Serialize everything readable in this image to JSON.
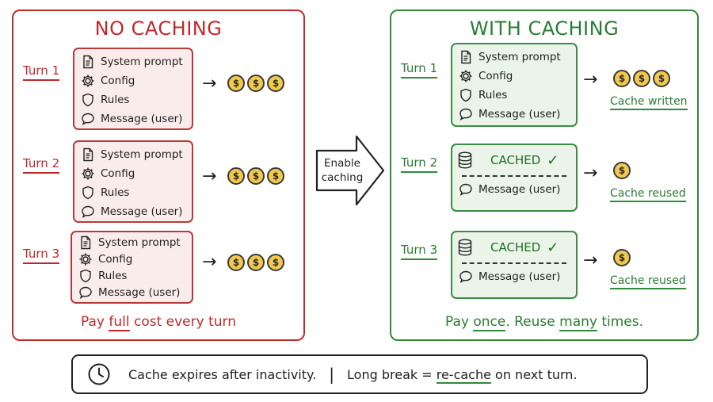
{
  "no_caching": {
    "title": "NO CACHING",
    "turns": [
      {
        "label": "Turn 1",
        "items": [
          "System prompt",
          "Config",
          "Rules",
          "Message (user)"
        ]
      },
      {
        "label": "Turn 2",
        "items": [
          "System prompt",
          "Config",
          "Rules",
          "Message (user)"
        ]
      },
      {
        "label": "Turn 3",
        "items": [
          "System prompt",
          "Config",
          "Rules",
          "Message (user)"
        ]
      }
    ],
    "coin_symbol": "$",
    "arrow": "→",
    "footer": {
      "pre": "Pay ",
      "emph": "full",
      "post": " cost every turn"
    }
  },
  "transition": {
    "line1": "Enable",
    "line2": "caching"
  },
  "with_caching": {
    "title": "WITH CACHING",
    "turn1": {
      "label": "Turn 1",
      "items": [
        "System prompt",
        "Config",
        "Rules",
        "Message (user)"
      ],
      "outcome": "Cache written"
    },
    "turn2": {
      "label": "Turn 2",
      "cached": "CACHED",
      "check": "✓",
      "message": "Message (user)",
      "outcome": "Cache reused"
    },
    "turn3": {
      "label": "Turn 3",
      "cached": "CACHED",
      "check": "✓",
      "message": "Message (user)",
      "outcome": "Cache reused"
    },
    "footer": {
      "pre": "Pay ",
      "once": "once",
      "mid": ". Reuse ",
      "many": "many",
      "post": " times."
    }
  },
  "bottom": {
    "left": "Cache expires after inactivity.",
    "sep": "|",
    "pre": "Long break = ",
    "emph": "re-cache",
    "post": " on next turn."
  },
  "colors": {
    "red": "#c0292b",
    "green": "#2f8a3a",
    "coin": "#f2c94c"
  }
}
